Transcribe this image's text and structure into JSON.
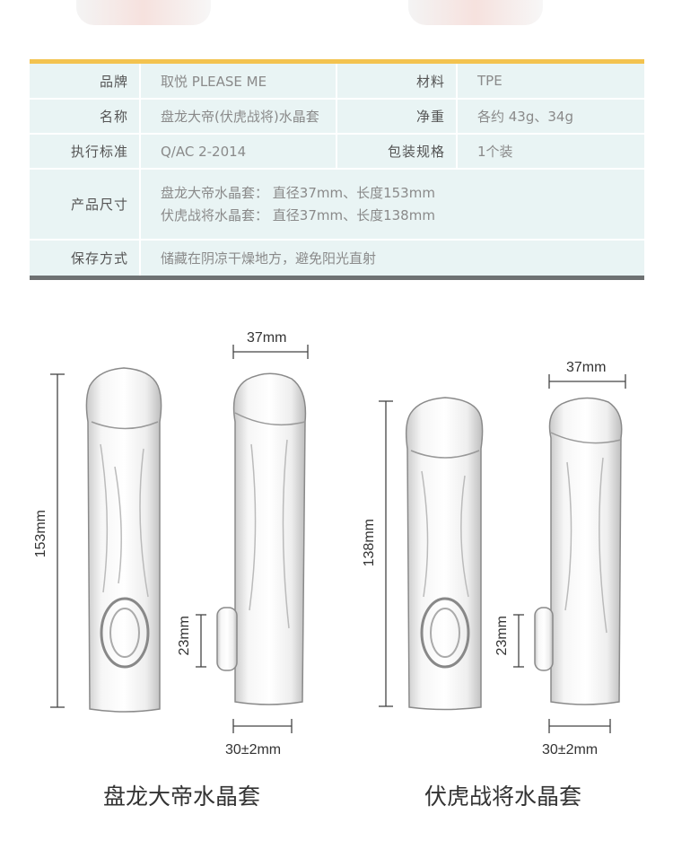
{
  "spec_table": {
    "rows": [
      {
        "label": "品牌",
        "value": "取悦 PLEASE ME",
        "label2": "材料",
        "value2": "TPE"
      },
      {
        "label": "名称",
        "value": "盘龙大帝(伏虎战将)水晶套",
        "label2": "净重",
        "value2": "各约 43g、34g"
      },
      {
        "label": "执行标准",
        "value": "Q/AC 2-2014",
        "label2": "包装规格",
        "value2": "1个装"
      },
      {
        "label": "产品尺寸",
        "lines": [
          "盘龙大帝水晶套： 直径37mm、长度153mm",
          "伏虎战将水晶套： 直径37mm、长度138mm"
        ]
      },
      {
        "label": "保存方式",
        "value": "储藏在阴凉干燥地方，避免阳光直射"
      }
    ]
  },
  "products": [
    {
      "name": "盘龙大帝水晶套",
      "length_label": "153mm",
      "diameter_label": "37mm",
      "ring_label": "23mm",
      "base_label": "30±2mm"
    },
    {
      "name": "伏虎战将水晶套",
      "length_label": "138mm",
      "diameter_label": "37mm",
      "ring_label": "23mm",
      "base_label": "30±2mm"
    }
  ],
  "colors": {
    "accent_top": "#f3c34f",
    "accent_bottom": "#6e7172",
    "table_bg": "#e9f4f4"
  }
}
